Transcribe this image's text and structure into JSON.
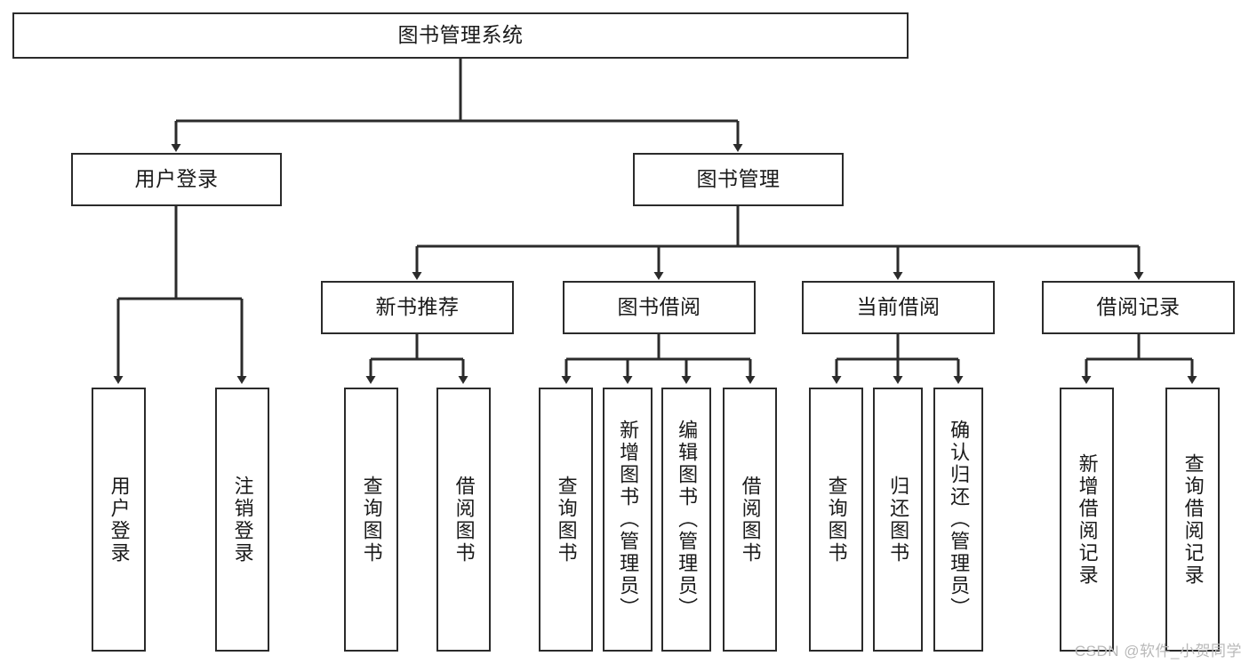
{
  "diagram": {
    "type": "tree-hierarchy",
    "title": "图书管理系统",
    "watermark": "CSDN @软件_小贺同学",
    "colors": {
      "box_border": "#2b2b2b",
      "box_fill": "#ffffff",
      "connector": "#2b2b2b",
      "text": "#1a1a1a",
      "watermark": "#b9b9b9",
      "background": "#ffffff"
    },
    "levels": [
      {
        "level": 0,
        "nodes": [
          {
            "id": "root",
            "label": "图书管理系统",
            "orientation": "horizontal"
          }
        ]
      },
      {
        "level": 1,
        "nodes": [
          {
            "id": "user-login",
            "label": "用户登录",
            "orientation": "horizontal",
            "parent": "root"
          },
          {
            "id": "book-manage",
            "label": "图书管理",
            "orientation": "horizontal",
            "parent": "root"
          }
        ]
      },
      {
        "level": 2,
        "nodes": [
          {
            "id": "new-book-rec",
            "label": "新书推荐",
            "orientation": "horizontal",
            "parent": "book-manage"
          },
          {
            "id": "book-borrow",
            "label": "图书借阅",
            "orientation": "horizontal",
            "parent": "book-manage"
          },
          {
            "id": "current-borrow",
            "label": "当前借阅",
            "orientation": "horizontal",
            "parent": "book-manage"
          },
          {
            "id": "borrow-record",
            "label": "借阅记录",
            "orientation": "horizontal",
            "parent": "book-manage"
          }
        ]
      },
      {
        "level": 3,
        "nodes": [
          {
            "id": "leaf-user-login",
            "label": "用户登录",
            "orientation": "vertical",
            "parent": "user-login"
          },
          {
            "id": "leaf-user-logout",
            "label": "注销登录",
            "orientation": "vertical",
            "parent": "user-login"
          },
          {
            "id": "leaf-rec-query",
            "label": "查询图书",
            "orientation": "vertical",
            "parent": "new-book-rec"
          },
          {
            "id": "leaf-rec-borrow",
            "label": "借阅图书",
            "orientation": "vertical",
            "parent": "new-book-rec"
          },
          {
            "id": "leaf-borrow-query",
            "label": "查询图书",
            "orientation": "vertical",
            "parent": "book-borrow"
          },
          {
            "id": "leaf-borrow-add",
            "label": "新增图书（管理员）",
            "orientation": "vertical",
            "parent": "book-borrow"
          },
          {
            "id": "leaf-borrow-edit",
            "label": "编辑图书（管理员）",
            "orientation": "vertical",
            "parent": "book-borrow"
          },
          {
            "id": "leaf-borrow-do",
            "label": "借阅图书",
            "orientation": "vertical",
            "parent": "book-borrow"
          },
          {
            "id": "leaf-cur-query",
            "label": "查询图书",
            "orientation": "vertical",
            "parent": "current-borrow"
          },
          {
            "id": "leaf-cur-return",
            "label": "归还图书",
            "orientation": "vertical",
            "parent": "current-borrow"
          },
          {
            "id": "leaf-cur-confirm",
            "label": "确认归还（管理员）",
            "orientation": "vertical",
            "parent": "current-borrow"
          },
          {
            "id": "leaf-rec-add",
            "label": "新增借阅记录",
            "orientation": "vertical",
            "parent": "borrow-record"
          },
          {
            "id": "leaf-rec-search",
            "label": "查询借阅记录",
            "orientation": "vertical",
            "parent": "borrow-record"
          }
        ]
      }
    ]
  }
}
